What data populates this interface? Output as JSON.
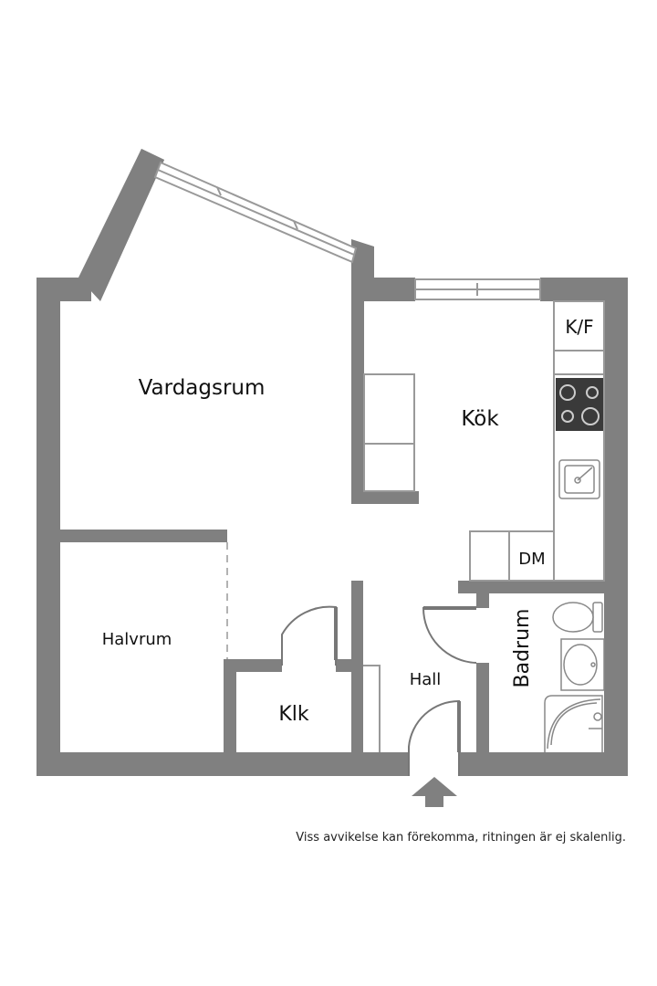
{
  "colors": {
    "wall": "#808080",
    "fixture_stroke": "#999999",
    "appliance": "#3a3a3a",
    "label": "#111111"
  },
  "rooms": {
    "living": "Vardagsrum",
    "kitchen": "Kök",
    "half_room": "Halvrum",
    "closet": "Klk",
    "hall": "Hall",
    "bathroom": "Badrum",
    "fridge_freezer": "K/F",
    "dishwasher": "DM"
  },
  "icons": {
    "entrance": "entrance-arrow-icon"
  },
  "disclaimer": "Viss avvikelse kan förekomma, ritningen är ej skalenlig."
}
